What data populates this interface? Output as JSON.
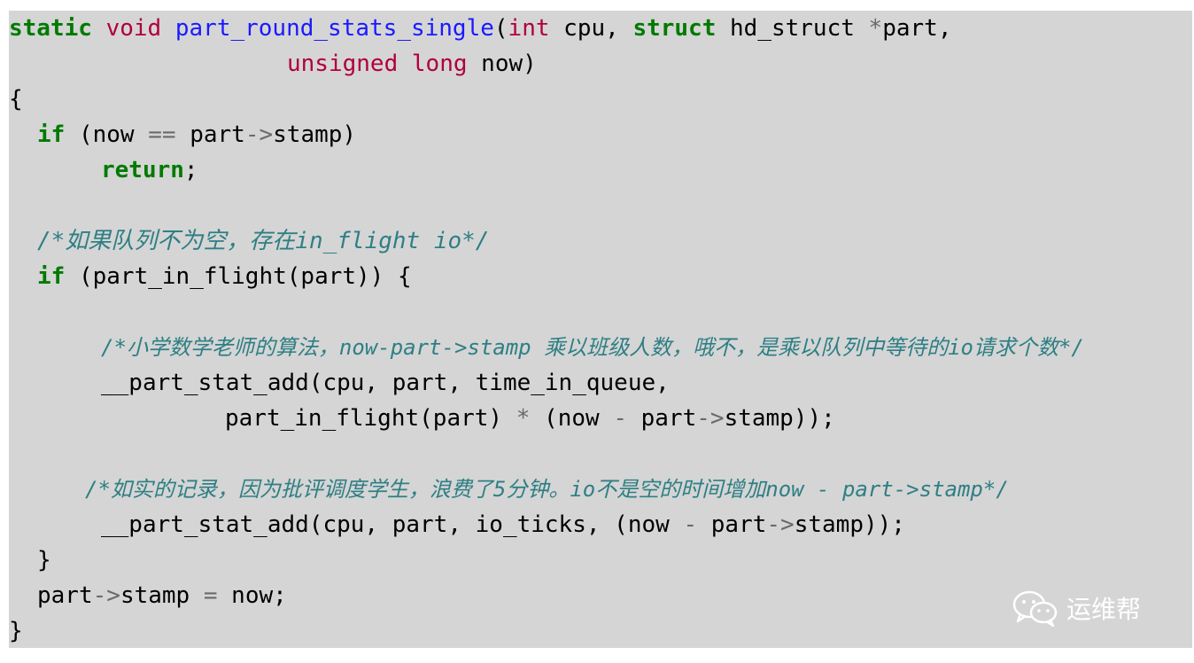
{
  "code": {
    "l1": {
      "static": "static",
      "void": "void",
      "fn": "part_round_stats_single",
      "p1": "(",
      "int": "int",
      "p2": " cpu, ",
      "struct": "struct",
      "p3": " hd_struct ",
      "star": "*",
      "p4": "part,"
    },
    "l2": {
      "unsigned": "unsigned",
      "long": "long",
      "p1": " now)"
    },
    "l3": "{",
    "l4": {
      "if": "if",
      "p1": " (now ",
      "eq": "==",
      "p2": " part",
      "arrow": "->",
      "p3": "stamp)"
    },
    "l5": {
      "ret": "return",
      "semi": ";"
    },
    "l6": "/*如果队列不为空，存在in_flight io*/",
    "l7": {
      "if": "if",
      "p1": " (part_in_flight(part)) {"
    },
    "l8": "/*小学数学老师的算法，now-part->stamp 乘以班级人数，哦不，是乘以队列中等待的io请求个数*/",
    "l9": "__part_stat_add(cpu, part, time_in_queue,",
    "l10": {
      "p1": "part_in_flight(part) ",
      "star": "*",
      "p2": " (now ",
      "minus": "-",
      "p3": " part",
      "arrow": "->",
      "p4": "stamp));"
    },
    "l11": "/*如实的记录，因为批评调度学生，浪费了5分钟。io不是空的时间增加now - part->stamp*/",
    "l12": {
      "p1": "__part_stat_add(cpu, part, io_ticks, (now ",
      "minus": "-",
      "p2": " part",
      "arrow": "->",
      "p3": "stamp));"
    },
    "l13": "}",
    "l14": {
      "p1": "part",
      "arrow": "->",
      "p2": "stamp ",
      "eq": "=",
      "p3": " now;"
    },
    "l15": "}"
  },
  "watermark": {
    "label": "运维帮",
    "icon": "wechat-icon",
    "color": "#ffffff"
  },
  "colors": {
    "background": "#d5d5d5",
    "keyword": "#007a00",
    "type": "#b0003a",
    "function": "#1a1aff",
    "comment": "#2e7f84",
    "operator": "#6a6a6a"
  }
}
